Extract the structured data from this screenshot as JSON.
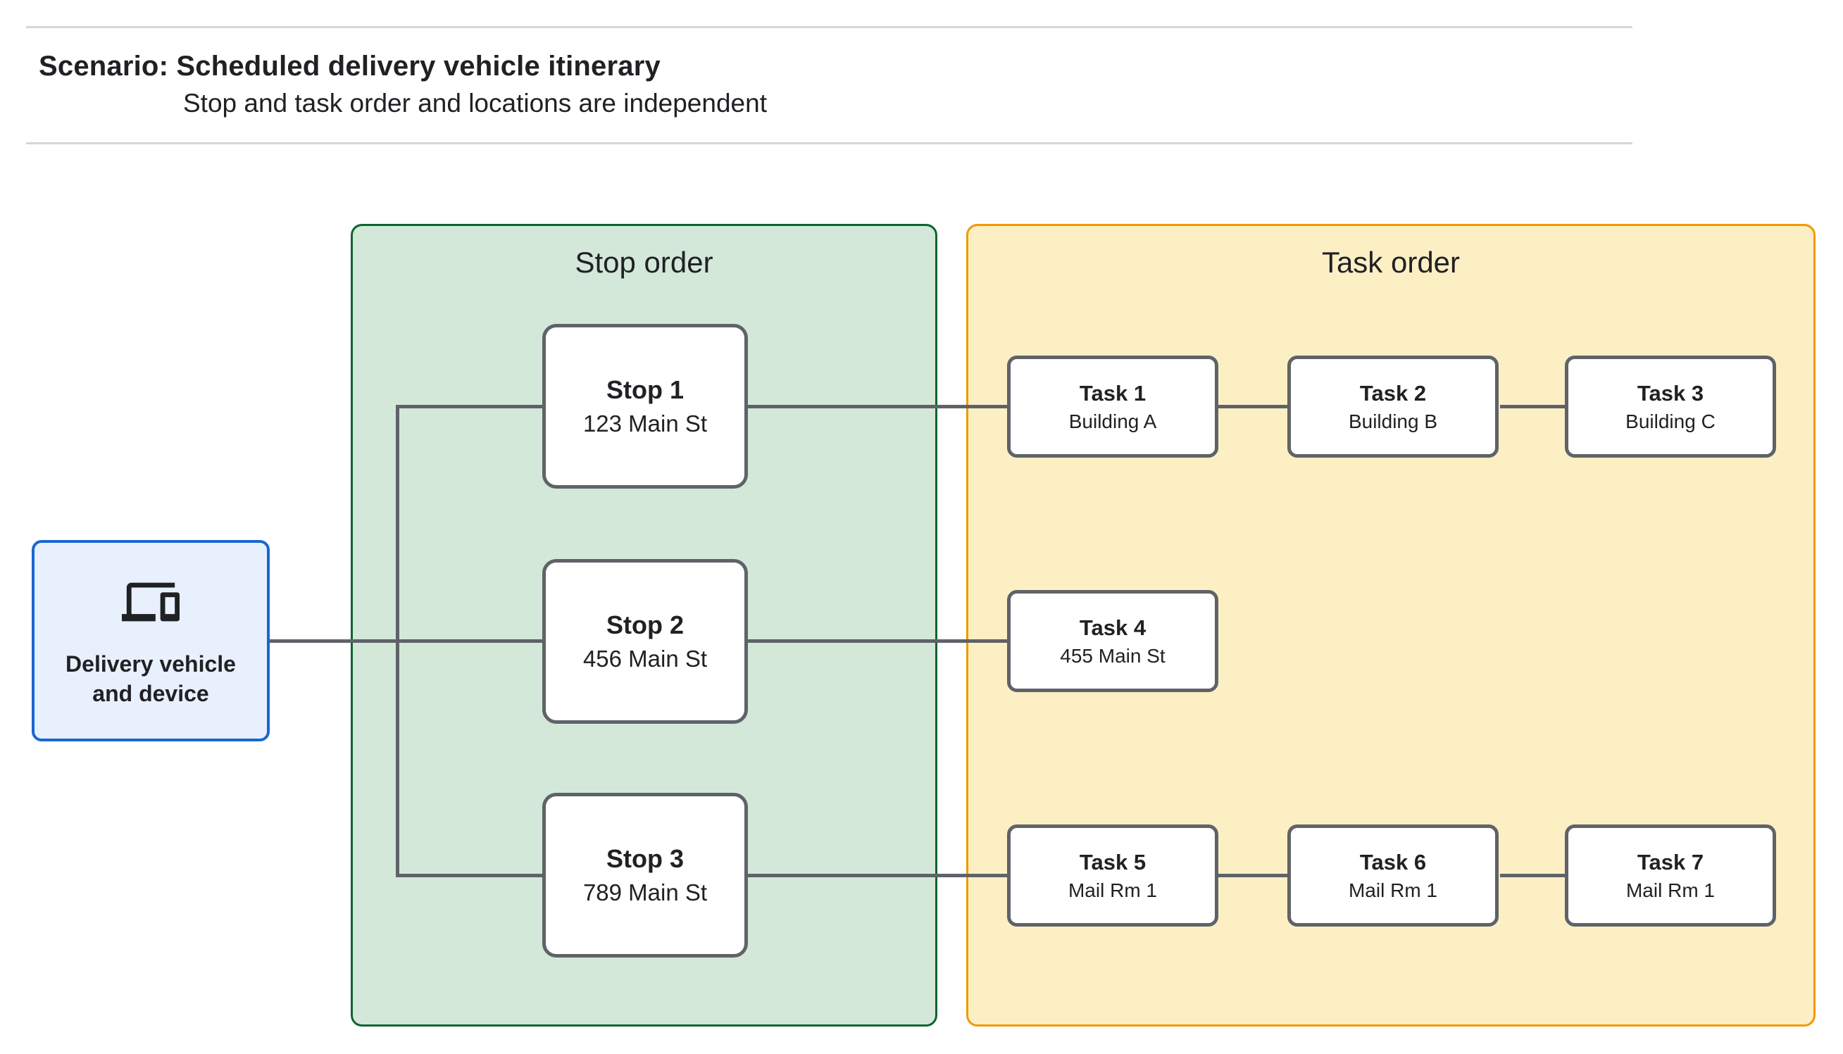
{
  "header": {
    "title": "Scenario: Scheduled delivery vehicle itinerary",
    "subtitle": "Stop and task order and locations are independent"
  },
  "vehicle": {
    "icon": "devices-icon",
    "label_line1": "Delivery vehicle",
    "label_line2": "and device"
  },
  "panels": {
    "stop": {
      "title": "Stop order"
    },
    "task": {
      "title": "Task order"
    }
  },
  "stops": [
    {
      "name": "Stop 1",
      "location": "123 Main St"
    },
    {
      "name": "Stop 2",
      "location": "456 Main St"
    },
    {
      "name": "Stop 3",
      "location": "789 Main St"
    }
  ],
  "tasks": [
    {
      "name": "Task 1",
      "location": "Building A"
    },
    {
      "name": "Task 2",
      "location": "Building B"
    },
    {
      "name": "Task 3",
      "location": "Building C"
    },
    {
      "name": "Task 4",
      "location": "455 Main St"
    },
    {
      "name": "Task 5",
      "location": "Mail Rm 1"
    },
    {
      "name": "Task 6",
      "location": "Mail Rm 1"
    },
    {
      "name": "Task 7",
      "location": "Mail Rm 1"
    }
  ],
  "colors": {
    "stop_panel_fill": "#D3E8D9",
    "stop_panel_border": "#0D652D",
    "task_panel_fill": "#FCEFC4",
    "task_panel_border": "#F29900",
    "vehicle_fill": "#E8F0FE",
    "vehicle_border": "#1967D2",
    "connector": "#5F6368",
    "node_border": "#5F6368",
    "text": "#202124",
    "rule": "#D6D6D6"
  }
}
